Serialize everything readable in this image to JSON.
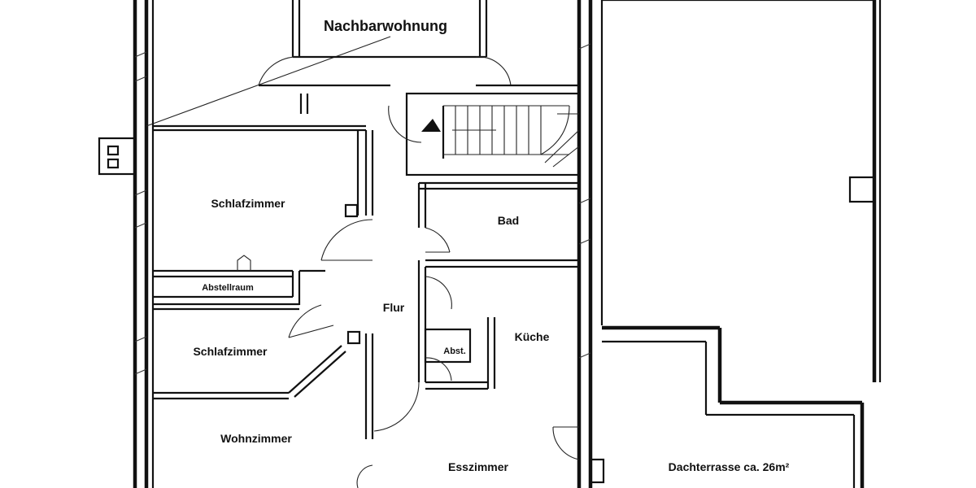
{
  "rooms": {
    "nachbarwohnung": "Nachbarwohnung",
    "schlafzimmer_1": "Schlafzimmer",
    "bad": "Bad",
    "abstellraum": "Abstellraum",
    "flur": "Flur",
    "schlafzimmer_2": "Schlafzimmer",
    "kueche": "Küche",
    "abst": "Abst.",
    "wohnzimmer": "Wohnzimmer",
    "esszimmer": "Esszimmer",
    "dachterrasse": "Dachterrasse ca. 26m²"
  }
}
